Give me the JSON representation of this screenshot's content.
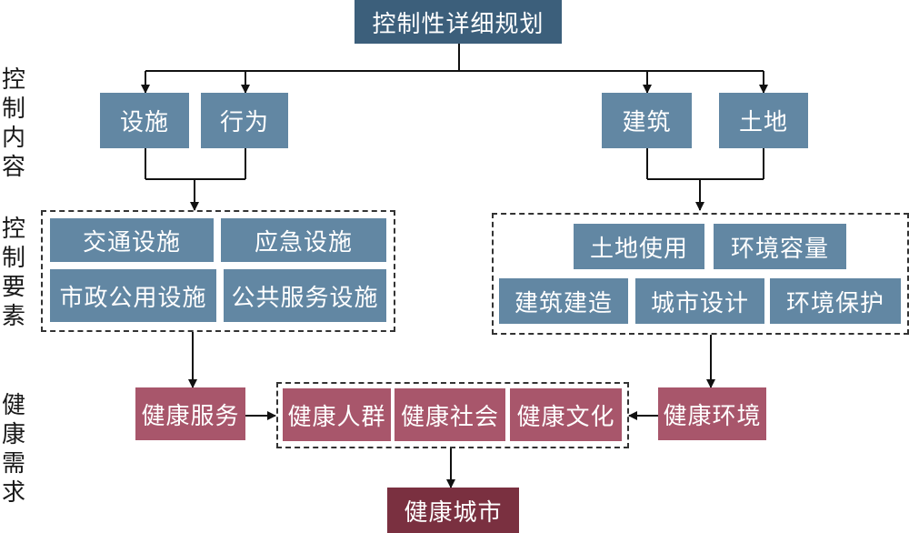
{
  "title": "控制性详细规划",
  "side_labels": {
    "content": "控\n制\n内\n容",
    "elements": "控\n制\n要\n素",
    "health": "健\n康\n需\n求"
  },
  "control_content": {
    "facility": "设施",
    "behavior": "行为",
    "building": "建筑",
    "land": "土地"
  },
  "control_elements_left": {
    "traffic": "交通设施",
    "emergency": "应急设施",
    "municipal": "市政公用设施",
    "public_service": "公共服务设施"
  },
  "control_elements_right": {
    "land_use": "土地使用",
    "env_capacity": "环境容量",
    "building_construction": "建筑建造",
    "urban_design": "城市设计",
    "env_protection": "环境保护"
  },
  "health_needs": {
    "service": "健康服务",
    "population": "健康人群",
    "society": "健康社会",
    "culture": "健康文化",
    "environment": "健康环境"
  },
  "result": "健康城市",
  "colors": {
    "title_box": "#3c5f7b",
    "element_box": "#6287a3",
    "health_box": "#a8566b",
    "result_box": "#7a3040"
  }
}
